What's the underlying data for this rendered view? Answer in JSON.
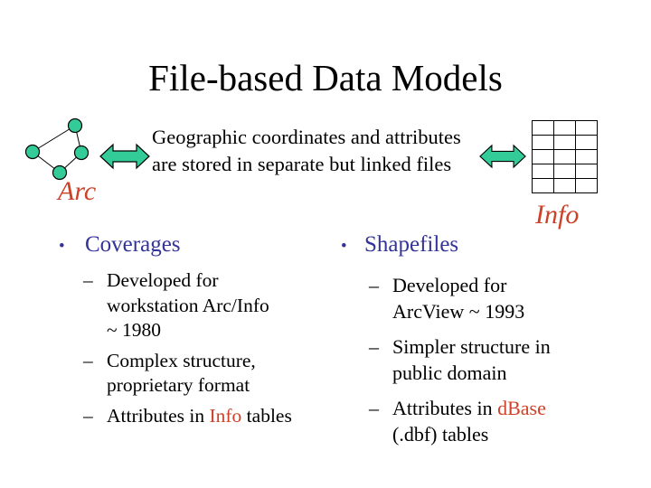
{
  "slide": {
    "title": "File-based Data Models"
  },
  "colors": {
    "accent_red": "#CC4228",
    "heading_navy": "#333399",
    "arrow_teal": "#33CC99"
  },
  "diagram": {
    "arc_label": "Arc",
    "info_label": "Info",
    "description": "Geographic coordinates and attributes\nare stored in separate but linked files",
    "left_arrow_icon": "double-headed-arrow",
    "right_arrow_icon": "double-headed-arrow",
    "node_graphic_icon": "arc-node-network",
    "table": {
      "rows": 5,
      "cols": 3
    }
  },
  "lists": {
    "bullet_char": "•",
    "dash_char": "–",
    "coverages": {
      "heading": "Coverages",
      "items": [
        {
          "pre": "Developed for\nworkstation Arc/Info\n~ 1980",
          "accent": "",
          "post": ""
        },
        {
          "pre": "Complex structure,\nproprietary format",
          "accent": "",
          "post": ""
        },
        {
          "pre": "Attributes in ",
          "accent": "Info",
          "post": " tables"
        }
      ]
    },
    "shapefiles": {
      "heading": "Shapefiles",
      "items": [
        {
          "pre": "Developed for\nArcView ~ 1993",
          "accent": "",
          "post": ""
        },
        {
          "pre": "Simpler structure in\npublic domain",
          "accent": "",
          "post": ""
        },
        {
          "pre": "Attributes in ",
          "accent": "dBase",
          "post": "\n(.dbf) tables"
        }
      ]
    }
  }
}
